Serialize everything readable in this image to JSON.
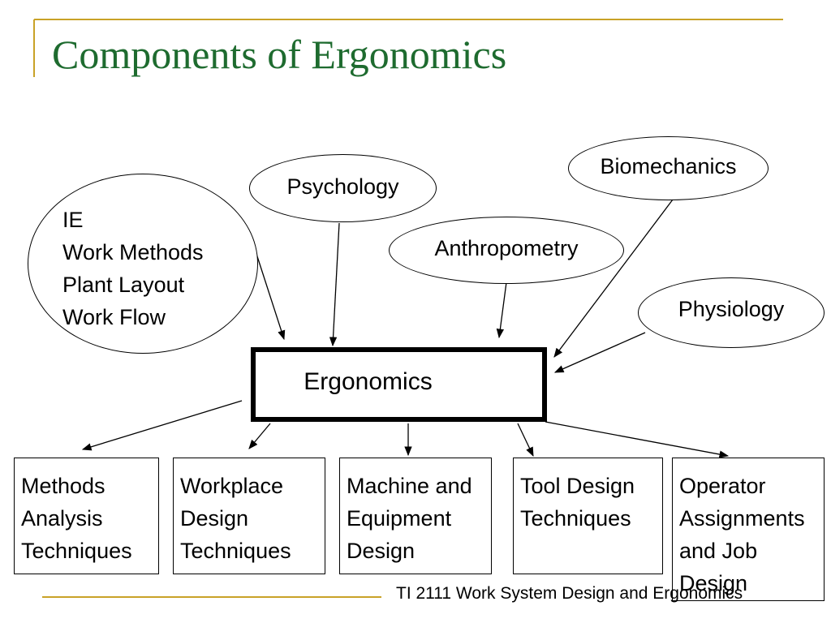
{
  "title": "Components of Ergonomics",
  "center": "Ergonomics",
  "inputs": {
    "ie": [
      "IE",
      "Work Methods",
      "Plant Layout",
      "Work Flow"
    ],
    "psychology": "Psychology",
    "biomechanics": "Biomechanics",
    "anthropometry": "Anthropometry",
    "physiology": "Physiology"
  },
  "outputs": [
    [
      "Methods",
      "Analysis",
      "Techniques"
    ],
    [
      "Workplace",
      "Design",
      "Techniques"
    ],
    [
      "Machine and",
      "Equipment",
      "Design"
    ],
    [
      "Tool Design",
      "Techniques"
    ],
    [
      "Operator",
      "Assignments",
      "and Job",
      "Design"
    ]
  ],
  "footer": "TI 2111 Work System Design and Ergonomics",
  "colors": {
    "title": "#1e6b2f",
    "accent_line": "#c9a227"
  }
}
